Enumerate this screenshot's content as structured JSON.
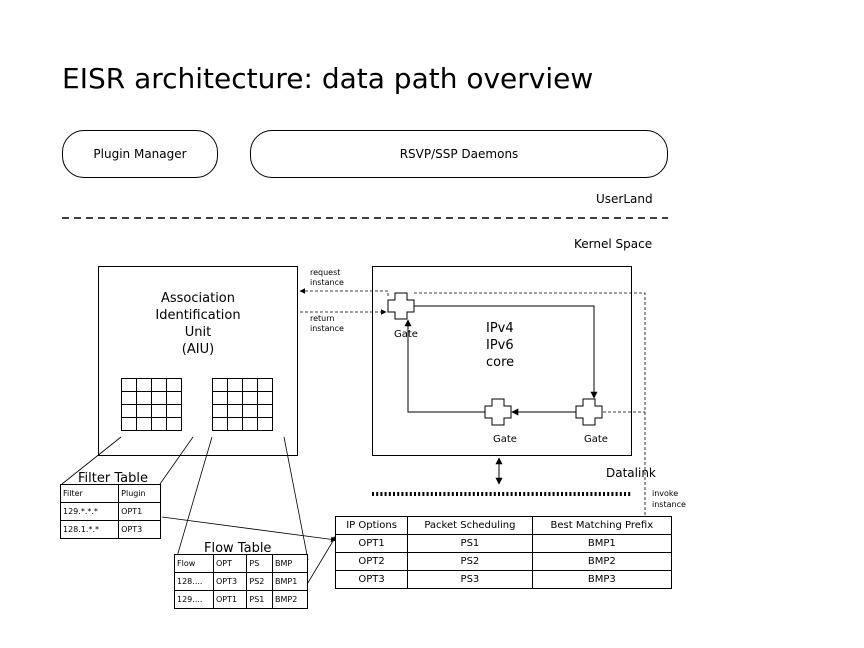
{
  "title": "EISR architecture: data path overview",
  "userland": {
    "plugin_manager": "Plugin Manager",
    "daemons": "RSVP/SSP Daemons",
    "label": "UserLand"
  },
  "kernel": {
    "label": "Kernel Space",
    "aiu": {
      "line1": "Association",
      "line2": "Identification",
      "line3": "Unit",
      "line4": "(AIU)"
    },
    "request": [
      "request",
      "instance"
    ],
    "return": [
      "return",
      "instance"
    ],
    "core": [
      "IPv4",
      "IPv6",
      "core"
    ],
    "gates": [
      "Gate",
      "Gate",
      "Gate"
    ],
    "datalink": "Datalink",
    "invoke": [
      "invoke",
      "instance"
    ]
  },
  "filter_table": {
    "title": "Filter Table",
    "headers": [
      "Filter",
      "Plugin"
    ],
    "rows": [
      [
        "129.*.*.*",
        "OPT1"
      ],
      [
        "128.1.*.*",
        "OPT3"
      ]
    ]
  },
  "flow_table": {
    "title": "Flow Table",
    "headers": [
      "Flow",
      "OPT",
      "PS",
      "BMP"
    ],
    "rows": [
      [
        "128....",
        "OPT3",
        "PS2",
        "BMP1"
      ],
      [
        "129....",
        "OPT1",
        "PS1",
        "BMP2"
      ]
    ]
  },
  "plugin_table": {
    "headers": [
      "IP Options",
      "Packet Scheduling",
      "Best Matching Prefix"
    ],
    "rows": [
      [
        "OPT1",
        "PS1",
        "BMP1"
      ],
      [
        "OPT2",
        "PS2",
        "BMP2"
      ],
      [
        "OPT3",
        "PS3",
        "BMP3"
      ]
    ]
  }
}
